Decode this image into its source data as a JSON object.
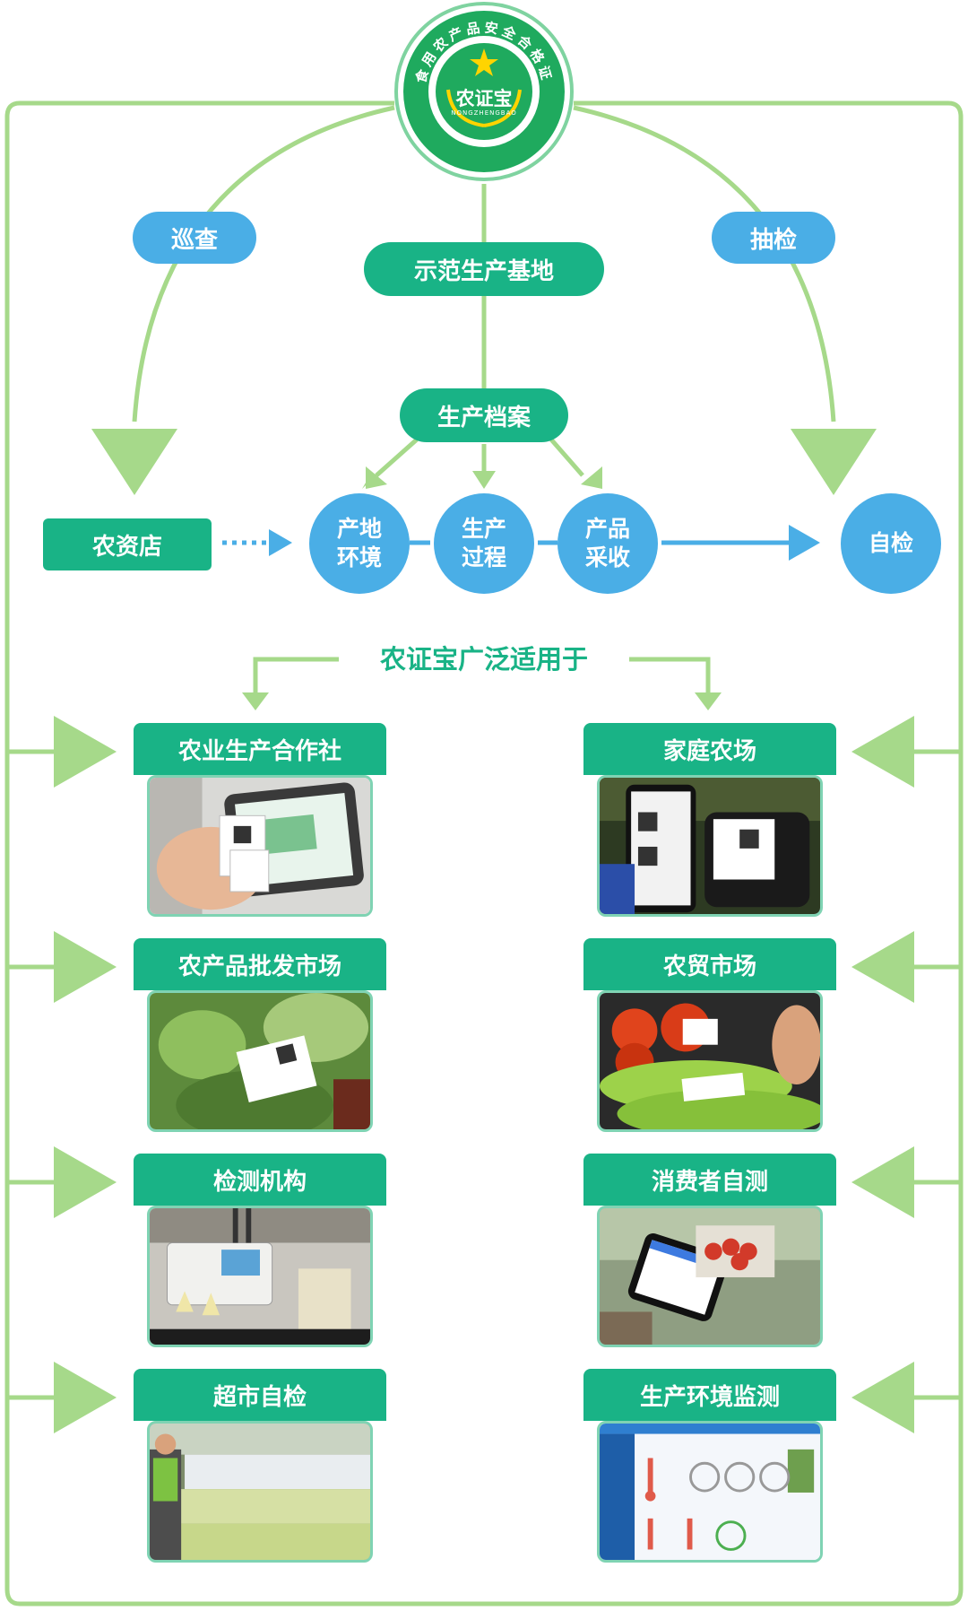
{
  "badge": {
    "ring_text": "食用农产品安全合格证",
    "brand": "农证宝",
    "brand_pinyin": "NONGZHENGBAO"
  },
  "top": {
    "left_label": "巡查",
    "center_label": "示范生产基地",
    "right_label": "抽检",
    "archive_label": "生产档案"
  },
  "flow": {
    "shop": "农资店",
    "steps": [
      {
        "line1": "产地",
        "line2": "环境"
      },
      {
        "line1": "生产",
        "line2": "过程"
      },
      {
        "line1": "产品",
        "line2": "采收"
      }
    ],
    "self_check": "自检"
  },
  "section_title": "农证宝广泛适用于",
  "categories": [
    {
      "label": "农业生产合作社",
      "photo": "tablet-scan"
    },
    {
      "label": "家庭农场",
      "photo": "phone-printer"
    },
    {
      "label": "农产品批发市场",
      "photo": "vegetable-bag"
    },
    {
      "label": "农贸市场",
      "photo": "tomato-melon"
    },
    {
      "label": "检测机构",
      "photo": "lab-device"
    },
    {
      "label": "消费者自测",
      "photo": "phone-tomatoes"
    },
    {
      "label": "超市自检",
      "photo": "supermarket-shelf"
    },
    {
      "label": "生产环境监测",
      "photo": "monitor-dashboard"
    }
  ],
  "colors": {
    "green": "#19b386",
    "blue": "#4aaee6",
    "light_green": "#a6d98a",
    "badge_green": "#1faa5e"
  }
}
